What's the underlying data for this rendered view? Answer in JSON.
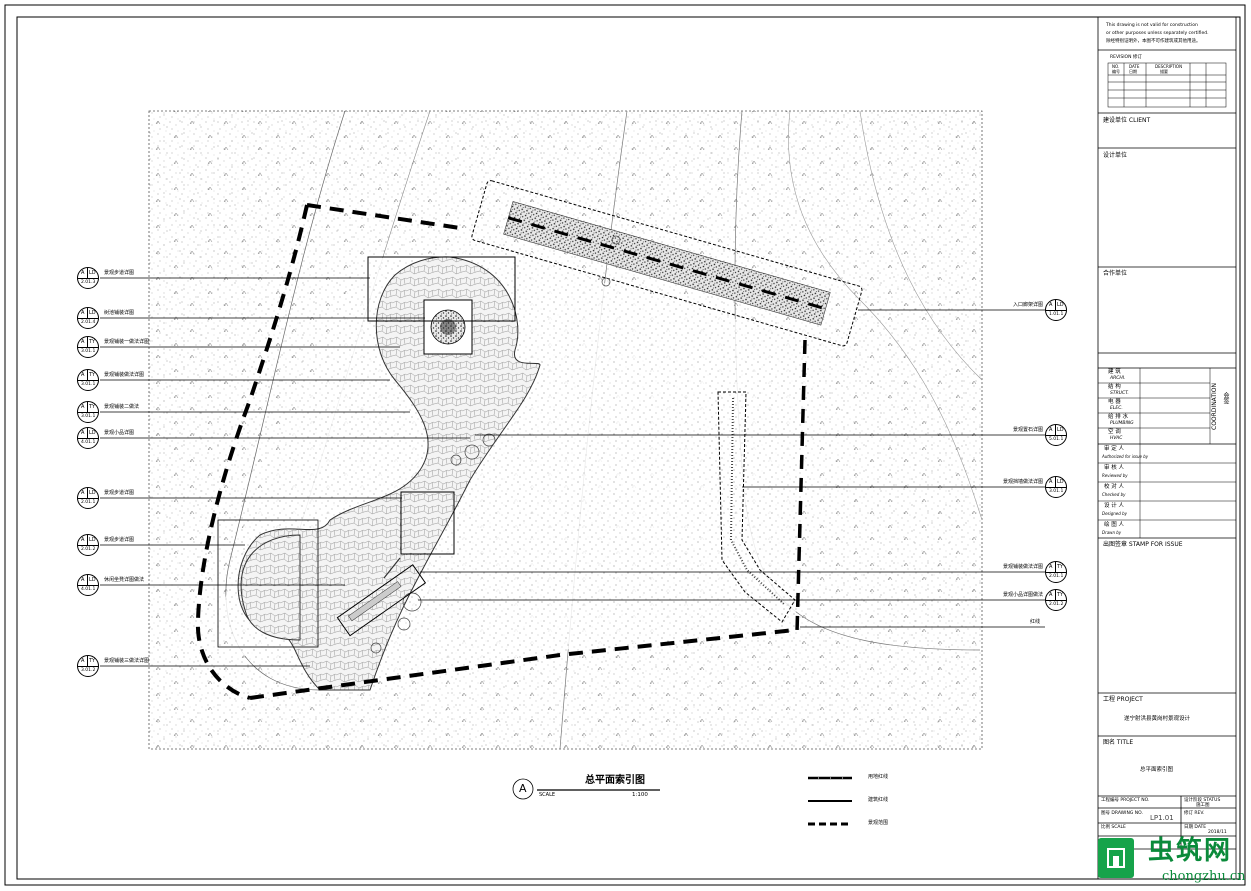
{
  "notice": {
    "lines": [
      "This drawing is not valid for construction",
      "or other purposes unless separately certified.",
      "除经特别证明外，本图不可作建筑或其他用途。"
    ]
  },
  "revision": {
    "label": "REVISION 修订",
    "headers": [
      "NO.",
      "DATE",
      "DESCRIPTION"
    ],
    "headers_cn": [
      "编号",
      "日期",
      "描要"
    ]
  },
  "client": {
    "label": "建设单位 CLIENT"
  },
  "designer": {
    "label": "设计单位"
  },
  "partner": {
    "label": "合作单位"
  },
  "coordination": {
    "label": "COORDINATION",
    "sign_cn": "会签",
    "rows": [
      {
        "cn": "建 筑",
        "en": "ARCHI."
      },
      {
        "cn": "结 构",
        "en": "STRUCT."
      },
      {
        "cn": "电 器",
        "en": "ELEC."
      },
      {
        "cn": "给 排 水",
        "en": "PLUMBING"
      },
      {
        "cn": "空 调",
        "en": "HVAC"
      }
    ]
  },
  "approvals": [
    {
      "cn": "审 定 人",
      "en": "Authorized for issue by"
    },
    {
      "cn": "审 核 人",
      "en": "Reviewed by"
    },
    {
      "cn": "校 对 人",
      "en": "Checked by"
    },
    {
      "cn": "设 计 人",
      "en": "Designed by"
    },
    {
      "cn": "绘 图 人",
      "en": "Drawn by"
    }
  ],
  "stamp": {
    "label": "出图签章 STAMP FOR ISSUE"
  },
  "project": {
    "label": "工程 PROJECT",
    "name": "遂宁射洪县黄岗村景观设计"
  },
  "title_block": {
    "label": "图名 TITLE",
    "name": "总平面索引图"
  },
  "info": {
    "project_no_label": "工程编号 PROJECT NO.",
    "status_label": "设计阶段 STATUS",
    "status_value": "施工图",
    "drawing_no_label": "图号 DRAWING NO.",
    "drawing_no_value": "LP1.01",
    "rev_label": "修订 REV.",
    "scale_label": "比例 SCALE",
    "date_label": "日期 DATE",
    "date_value": "2018/11"
  },
  "caption": {
    "letter": "A",
    "title": "总平面索引图",
    "scale_word": "SCALE",
    "scale_value": "1:100"
  },
  "legend": [
    {
      "label": "用地红线"
    },
    {
      "label": "建筑红线"
    },
    {
      "label": "景观范围"
    }
  ],
  "left_callouts": [
    {
      "label": "景观步道详图",
      "code": "LD",
      "num": "2.01.3"
    },
    {
      "label": "树池铺装详图",
      "code": "LD",
      "num": "2.01.4"
    },
    {
      "label": "景观铺装一做法详图",
      "code": "TY",
      "num": "3.01.1"
    },
    {
      "label": "景观铺装做法详图",
      "code": "TY",
      "num": "3.01.1"
    },
    {
      "label": "景观铺装二做法",
      "code": "TY",
      "num": "3.01.1"
    },
    {
      "label": "景观小品详图",
      "code": "LD",
      "num": "4.01.1"
    },
    {
      "label": "景观步道详图",
      "code": "LD",
      "num": "2.01.1"
    },
    {
      "label": "景观步道详图",
      "code": "LD",
      "num": "2.01.2"
    },
    {
      "label": "休闲坐凳详图做法",
      "code": "LD",
      "num": "4.01.1"
    },
    {
      "label": "景观铺装三做法详图",
      "code": "TY",
      "num": "3.01.2"
    }
  ],
  "right_callouts": [
    {
      "label": "入口廊架详图",
      "code": "LD",
      "num": "1.01.1"
    },
    {
      "label": "景观置石详图",
      "code": "LD",
      "num": "5.01.1"
    },
    {
      "label": "景观挡墙做法详图",
      "code": "LD",
      "num": "3.01.1"
    },
    {
      "label": "景观铺装做法详图",
      "code": "TY",
      "num": "2.01.1"
    },
    {
      "label": "景观小品详图做法",
      "code": "TY",
      "num": "2.01.2"
    },
    {
      "label": "红线",
      "code": "",
      "num": ""
    }
  ],
  "watermark": {
    "cn": "虫筑网",
    "en": "chongzhu.cn"
  }
}
